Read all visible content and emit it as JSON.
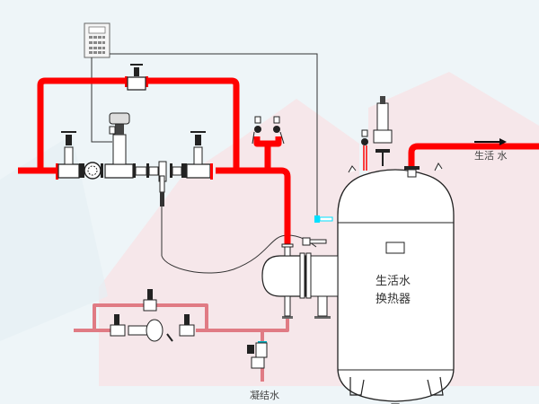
{
  "diagram": {
    "title": "生活水换热器系统流程图",
    "vessel_label_line1": "生活水",
    "vessel_label_line2": "换热器",
    "outlet_label": "生活 水",
    "condensate_label": "凝结水",
    "colors": {
      "steam_pipe": "#ff0000",
      "condensate_pipe": "#e07b84",
      "sensor_accent": "#00e0ff",
      "line": "#222222",
      "background": "#eef5f8",
      "watermark": "#f7e3e5"
    },
    "components": [
      {
        "id": "controller",
        "name": "温度控制器"
      },
      {
        "id": "bypass-globe-valve",
        "name": "旁通截止阀"
      },
      {
        "id": "inlet-globe-valve",
        "name": "进口截止阀"
      },
      {
        "id": "strainer",
        "name": "过滤器"
      },
      {
        "id": "control-valve",
        "name": "电动调节阀"
      },
      {
        "id": "outlet-globe-valve",
        "name": "出口截止阀"
      },
      {
        "id": "temperature-sensor",
        "name": "温包"
      },
      {
        "id": "pressure-gauges",
        "name": "压力表"
      },
      {
        "id": "safety-valve",
        "name": "安全阀"
      },
      {
        "id": "tube-bundle",
        "name": "换热管束"
      },
      {
        "id": "steam-trap",
        "name": "疏水阀"
      },
      {
        "id": "condensate-pump",
        "name": "凝结水泵"
      }
    ]
  }
}
